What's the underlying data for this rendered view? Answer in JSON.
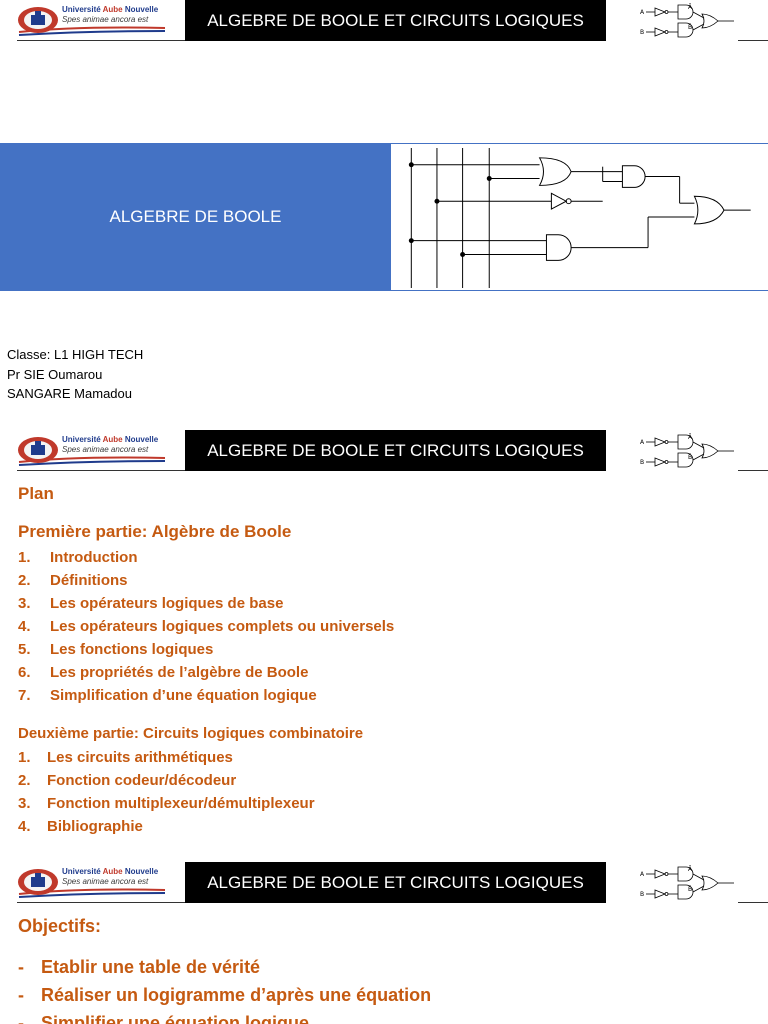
{
  "header": {
    "university_name_part1": "Université ",
    "university_name_accent": "Aube",
    "university_name_part2": " Nouvelle",
    "motto": "Spes animae ancora est",
    "title": "ALGEBRE DE BOOLE ET CIRCUITS LOGIQUES",
    "gate_labels": {
      "a": "A",
      "b": "B",
      "a_bar": "Ā",
      "b_bar": "B̄"
    },
    "icons": [
      "university-seal-icon",
      "logic-gates-icon"
    ]
  },
  "slide1": {
    "banner_title": "ALGEBRE DE BOOLE",
    "info_lines": [
      "Classe: L1 HIGH TECH",
      "Pr SIE Oumarou",
      "SANGARE Mamadou"
    ],
    "colors": {
      "banner": "#4472c4"
    }
  },
  "slide2": {
    "plan_title": "Plan",
    "part1_title": "Première partie: Algèbre de Boole",
    "part1_items": [
      {
        "num": "1.",
        "label": "Introduction"
      },
      {
        "num": "2.",
        "label": "Définitions"
      },
      {
        "num": "3.",
        "label": "Les opérateurs logiques de base"
      },
      {
        "num": "4.",
        "label": "Les opérateurs logiques complets ou universels"
      },
      {
        "num": "5.",
        "label": "Les fonctions logiques"
      },
      {
        "num": "6.",
        "label": "Les propriétés de l’algèbre de Boole"
      },
      {
        "num": "7.",
        "label": "Simplification d’une équation logique"
      }
    ],
    "part2_title": "Deuxième partie: Circuits logiques combinatoire",
    "part2_items": [
      {
        "num": "1.",
        "label": "Les circuits arithmétiques"
      },
      {
        "num": "2.",
        "label": "Fonction codeur/décodeur"
      },
      {
        "num": "3.",
        "label": "Fonction multiplexeur/démultiplexeur"
      },
      {
        "num": "4.",
        "label": "Bibliographie"
      }
    ],
    "colors": {
      "accent": "#c55a11"
    }
  },
  "slide3": {
    "objectives_title": "Objectifs:",
    "objectives": [
      {
        "dash": "-",
        "label": "Etablir une table de vérité"
      },
      {
        "dash": "-",
        "label": "Réaliser un logigramme d’après une équation"
      },
      {
        "dash": "-",
        "label": "Simplifier une équation logique"
      }
    ]
  }
}
